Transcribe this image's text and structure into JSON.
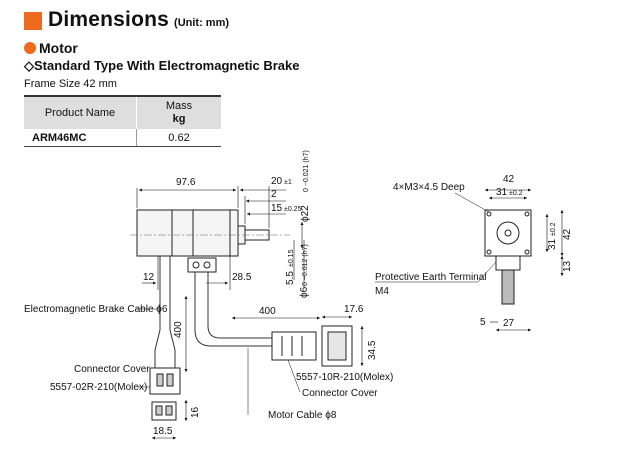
{
  "header": {
    "title": "Dimensions",
    "unit": "(Unit: mm)"
  },
  "section": {
    "label": "Motor",
    "type": "Standard Type With Electromagnetic Brake",
    "frame_size": "Frame Size 42 mm"
  },
  "table": {
    "col_product": "Product Name",
    "col_mass": "Mass",
    "col_mass_unit": "kg",
    "rows": [
      {
        "product": "ARM46MC",
        "mass": "0.62"
      }
    ]
  },
  "drawing": {
    "dim_97_6": "97.6",
    "dim_20": "20",
    "dim_20_tol": "±1",
    "dim_2": "2",
    "dim_15": "15",
    "dim_15_tol": "±0.25",
    "dim_22": "ϕ22",
    "dim_22_tol": "0 −0.021 (h7)",
    "dim_12": "12",
    "dim_28_5": "28.5",
    "dim_5_5": "5.5",
    "dim_5_5_tol": "±0.15",
    "dim_6": "ϕ6",
    "dim_6_tol": "0 −0.012 (h7)",
    "brake_cable": "Electromagnetic Brake Cable ϕ6",
    "dim_400_a": "400",
    "dim_400_b": "400",
    "connector_cover_a": "Connector Cover",
    "connector_a": "5557-02R-210(Molex)",
    "dim_16": "16",
    "dim_18_5": "18.5",
    "dim_17_6": "17.6",
    "dim_34_5": "34.5",
    "connector_b": "5557-10R-210(Molex)",
    "connector_cover_b": "Connector Cover",
    "motor_cable": "Motor Cable ϕ8",
    "dim_42_top": "42",
    "dim_31_top": "31",
    "dim_31_top_tol": "±0.2",
    "mount_holes": "4×M3×4.5 Deep",
    "dim_31_side": "31",
    "dim_31_side_tol": "±0.2",
    "dim_42_side": "42",
    "pet_label": "Protective Earth Terminal",
    "pet_size": "M4",
    "dim_13": "13",
    "dim_5": "5",
    "dim_27": "27"
  }
}
